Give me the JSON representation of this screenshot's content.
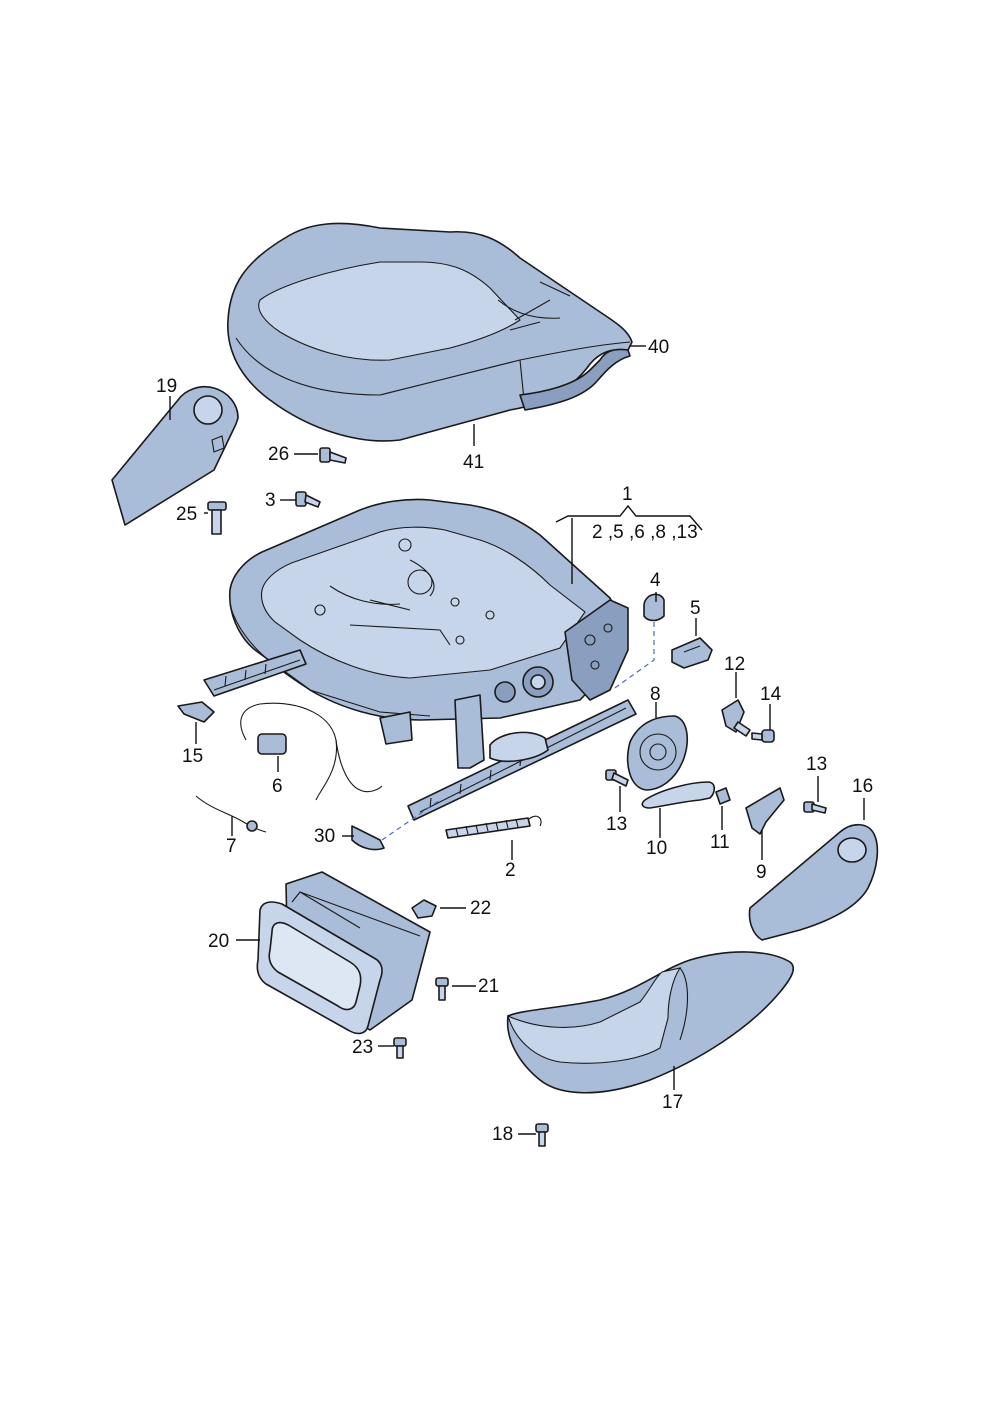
{
  "callouts": {
    "c1": "1",
    "c1_sub": "2 ,5 ,6 ,8 ,13",
    "c2": "2",
    "c3": "3",
    "c4": "4",
    "c5": "5",
    "c6": "6",
    "c7": "7",
    "c8": "8",
    "c9": "9",
    "c10": "10",
    "c11": "11",
    "c12": "12",
    "c13a": "13",
    "c13b": "13",
    "c14": "14",
    "c15": "15",
    "c16": "16",
    "c17": "17",
    "c18": "18",
    "c19": "19",
    "c20": "20",
    "c21": "21",
    "c22": "22",
    "c23": "23",
    "c25": "25",
    "c26": "26",
    "c30": "30",
    "c40": "40",
    "c41": "41"
  },
  "colors": {
    "part_dark": "#8a9fc0",
    "part_mid": "#a9bcd8",
    "part_light": "#c7d5ea",
    "outline": "#1a1a1a"
  }
}
